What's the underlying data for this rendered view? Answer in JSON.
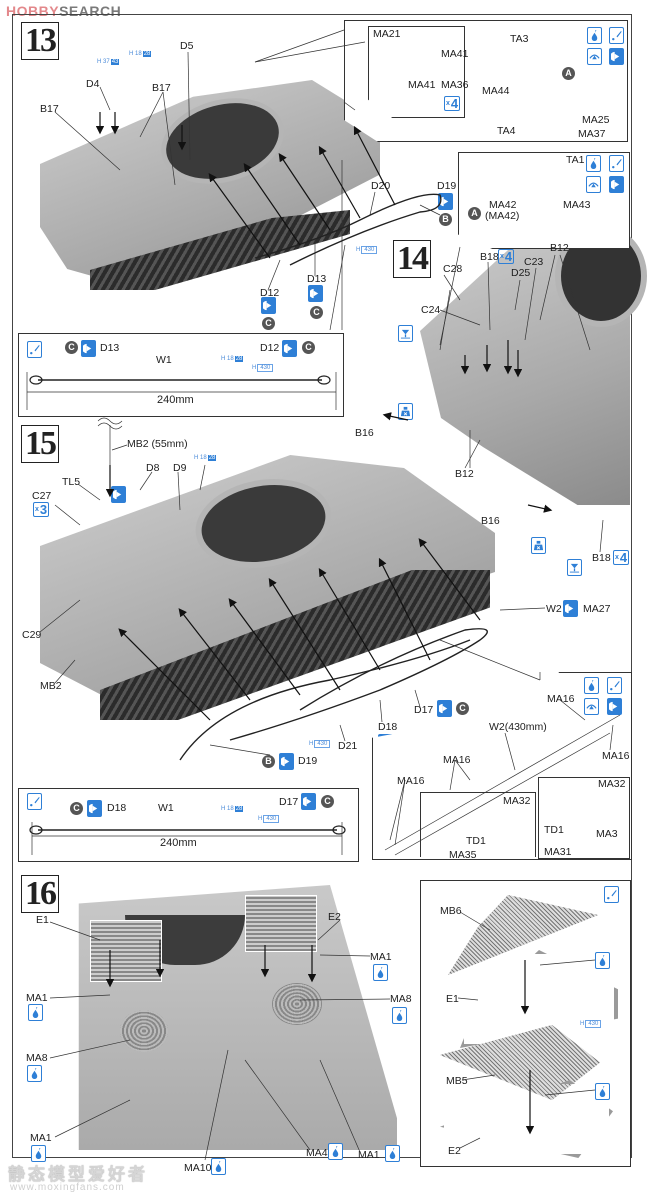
{
  "header": {
    "logo_hobby": "HOBBY",
    "logo_search": "SEARCH"
  },
  "colors": {
    "accent_blue": "#2e7fd6",
    "badge_gray": "#555555",
    "logo_pink": "#e3888b"
  },
  "steps": {
    "s13": {
      "number": "13",
      "labels": {
        "d4": "D4",
        "d5": "D5",
        "b17a": "B17",
        "b17b": "B17",
        "d20": "D20",
        "d12": "D12",
        "d13": "D13",
        "d19": "D19"
      },
      "badges": {
        "c1": "C",
        "c2": "C",
        "b": "B"
      },
      "color_tags": {
        "h37": {
          "code": "H 37",
          "num": "43"
        },
        "h18": {
          "code": "H 18",
          "num": "28"
        },
        "h430": {
          "code": "H",
          "num": "430"
        }
      },
      "inset": {
        "labels": {
          "ma21": "MA21",
          "ma41a": "MA41",
          "ma41b": "MA41",
          "ma36": "MA36",
          "ta3": "TA3",
          "ma44": "MA44",
          "ta4": "TA4",
          "ma25": "MA25",
          "ma37": "MA37"
        },
        "multiplier": {
          "x": "x",
          "count": "4"
        },
        "badge_a": "A"
      },
      "cable_detail": {
        "labels": {
          "d13": "D13",
          "d12": "D12",
          "w1": "W1"
        },
        "badges": {
          "c1": "C",
          "c2": "C"
        },
        "length": "240mm",
        "color_tags": {
          "h18": {
            "code": "H 18",
            "num": "28"
          },
          "h430": {
            "code": "H",
            "num": "430"
          }
        }
      }
    },
    "s14": {
      "number": "14",
      "labels": {
        "c28": "C28",
        "c24": "C24",
        "b18a": "B18",
        "d25": "D25",
        "c23": "C23",
        "b12a": "B12",
        "b12b": "B12",
        "b16a": "B16",
        "b16b": "B16",
        "b18b": "B18"
      },
      "multipliers": [
        {
          "x": "x",
          "count": "4"
        },
        {
          "x": "x",
          "count": "4"
        }
      ],
      "inset": {
        "labels": {
          "ta1": "TA1",
          "ma42": "MA42",
          "ma42b": "(MA42)",
          "ma43": "MA43"
        },
        "badge_a": "A"
      }
    },
    "s15": {
      "number": "15",
      "labels": {
        "mb2_top": "MB2 (55mm)",
        "tl5": "TL5",
        "d8": "D8",
        "d9": "D9",
        "c27": "C27",
        "c29": "C29",
        "mb2": "MB2",
        "w2": "W2",
        "ma27": "MA27",
        "d17": "D17",
        "d18": "D18",
        "d21": "D21",
        "d19": "D19"
      },
      "multiplier": {
        "x": "x",
        "count": "3"
      },
      "badges": {
        "b": "B",
        "c1": "C",
        "c2": "C"
      },
      "color_tags": {
        "h18": {
          "code": "H 18",
          "num": "28"
        },
        "h430": {
          "code": "H",
          "num": "430"
        }
      },
      "cable_detail": {
        "labels": {
          "d18": "D18",
          "d17": "D17",
          "w1": "W1"
        },
        "badges": {
          "c1": "C",
          "c2": "C"
        },
        "length": "240mm"
      },
      "rack_inset": {
        "labels": {
          "ma16a": "MA16",
          "ma16b": "MA16",
          "ma16c": "MA16",
          "ma16d": "MA16",
          "w2": "W2(430mm)",
          "ma32a": "MA32",
          "td1a": "TD1",
          "ma35": "MA35",
          "ma32b": "MA32",
          "td1b": "TD1",
          "ma3": "MA3",
          "ma31": "MA31"
        }
      }
    },
    "s16": {
      "number": "16",
      "labels": {
        "e1": "E1",
        "e2": "E2",
        "ma1a": "MA1",
        "ma1b": "MA1",
        "ma1c": "MA1",
        "ma1d": "MA1",
        "ma8a": "MA8",
        "ma8b": "MA8",
        "ma10": "MA10",
        "ma4": "MA4"
      },
      "screen_inset": {
        "labels": {
          "mb6": "MB6",
          "e1": "E1",
          "mb5": "MB5",
          "e2": "E2"
        },
        "color_tag": {
          "code": "H",
          "num": "430"
        }
      }
    }
  },
  "icons": {
    "glue": "cement-icon",
    "drip": "super-glue-icon",
    "bend": "bend-icon",
    "flip": "turn-over-icon",
    "cut": "cut-icon",
    "fill": "fill-icon"
  },
  "watermark": {
    "line1": "静态模型爱好者",
    "line2": "www.moxingfans.com"
  }
}
